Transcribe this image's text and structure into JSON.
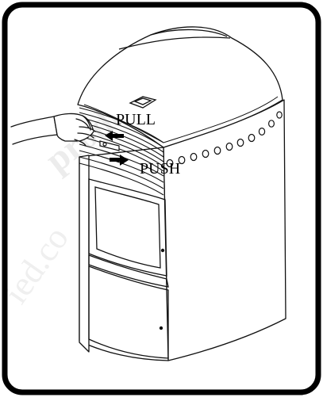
{
  "labels": {
    "pull": "PULL",
    "push": "PUSH",
    "watermark_top": "produ",
    "watermark_bottom": "ied.co"
  },
  "colors": {
    "frame": "#000000",
    "line": "#111111",
    "paper": "#ffffff",
    "watermark": "#e9e9e9",
    "arrow_pull": "#000000",
    "arrow_push": "#000000"
  },
  "icons": {
    "frame": "rounded-frame",
    "stove": "pellet-stove-drawing",
    "hand": "hand-icon",
    "pull_arrow": "arrow-left-icon",
    "push_arrow": "arrow-right-icon"
  }
}
